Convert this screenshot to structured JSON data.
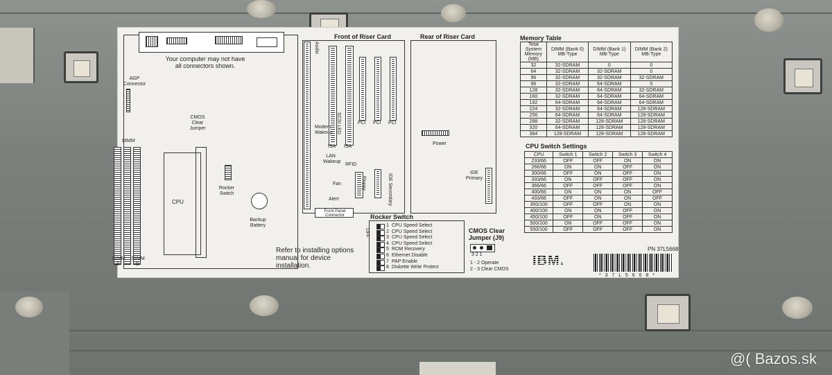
{
  "label": {
    "connector_note": "Your computer may not have all connectors shown.",
    "agp": "AGP Connector",
    "cmos_clear_jumper": "CMOS Clear Jumper",
    "dimm": "DIMM",
    "dimm2": "DIMM 2",
    "dimm0": "DIMM 0",
    "cpu": "CPU",
    "rocker_switch_label": "Rocker Switch",
    "backup_battery": "Backup Battery",
    "install_note": "Refer to installing options manual for device installation.",
    "front_riser": "Front of Riser Card",
    "rear_riser": "Rear of Riser Card",
    "audio": "Audio",
    "modem_wakeup": "Modem Wakeup",
    "isa": "ISA",
    "scsi_led": "SCSI LED",
    "pci": "PCI",
    "lan_wakeup": "LAN Wakeup",
    "rfid": "RFID",
    "fan": "Fan",
    "alert": "Alert",
    "floppy": "Floppy",
    "ide_secondary": "IDE Secondary",
    "front_panel_connector": "Front Panel Connector",
    "power": "Power",
    "ide_primary": "IDE Primary",
    "rocker": {
      "title": "Rocker Switch",
      "off": "OFF",
      "items": [
        {
          "n": "1",
          "label": "CPU Speed Select"
        },
        {
          "n": "2",
          "label": "CPU Speed Select"
        },
        {
          "n": "3",
          "label": "CPU Speed Select"
        },
        {
          "n": "4",
          "label": "CPU Speed Select"
        },
        {
          "n": "5",
          "label": "ROM Recovery"
        },
        {
          "n": "6",
          "label": "Ethernet Disable"
        },
        {
          "n": "7",
          "label": "PAP Enable"
        },
        {
          "n": "8",
          "label": "Diskette Write Protect"
        }
      ]
    },
    "cmos": {
      "title": "CMOS Clear Jumper (J9)",
      "pins": "3 2 1",
      "opt1": "1 - 2  Operate",
      "opt2": "2 - 3  Clear CMOS"
    },
    "logo": "IBM.",
    "part_number": "PN 37L5668",
    "barcode_text": "* 3 7 L 5 6 6 8 *",
    "memory_table": {
      "title": "Memory Table",
      "headers": [
        "Total System Memory (MB)",
        "DIMM (Bank 0) MB-Type",
        "DIMM (Bank 1) MB-Type",
        "DIMM (Bank 2) MB-Type"
      ],
      "rows": [
        [
          "32",
          "32-SDRAM",
          "0",
          "0"
        ],
        [
          "64",
          "32-SDRAM",
          "32-SDRAM",
          "0"
        ],
        [
          "96",
          "32-SDRAM",
          "32-SDRAM",
          "32-SDRAM"
        ],
        [
          "96",
          "32-SDRAM",
          "64-SDRAM",
          "0"
        ],
        [
          "128",
          "32-SDRAM",
          "64-SDRAM",
          "32-SDRAM"
        ],
        [
          "160",
          "32-SDRAM",
          "64-SDRAM",
          "64-SDRAM"
        ],
        [
          "192",
          "64-SDRAM",
          "64-SDRAM",
          "64-SDRAM"
        ],
        [
          "224",
          "32-SDRAM",
          "64-SDRAM",
          "128-SDRAM"
        ],
        [
          "256",
          "64-SDRAM",
          "64-SDRAM",
          "128-SDRAM"
        ],
        [
          "288",
          "32-SDRAM",
          "128-SDRAM",
          "128-SDRAM"
        ],
        [
          "320",
          "64-SDRAM",
          "128-SDRAM",
          "128-SDRAM"
        ],
        [
          "384",
          "128-SDRAM",
          "128-SDRAM",
          "128-SDRAM"
        ]
      ]
    },
    "cpu_table": {
      "title": "CPU Switch Settings",
      "headers": [
        "CPU",
        "Switch 1",
        "Switch 2",
        "Switch 3",
        "Switch 4"
      ],
      "rows": [
        [
          "233/66",
          "OFF",
          "OFF",
          "ON",
          "ON"
        ],
        [
          "266/66",
          "ON",
          "ON",
          "OFF",
          "ON"
        ],
        [
          "300/66",
          "OFF",
          "ON",
          "OFF",
          "ON"
        ],
        [
          "333/66",
          "ON",
          "OFF",
          "OFF",
          "ON"
        ],
        [
          "366/66",
          "OFF",
          "OFF",
          "OFF",
          "ON"
        ],
        [
          "400/66",
          "ON",
          "ON",
          "ON",
          "OFF"
        ],
        [
          "433/66",
          "OFF",
          "ON",
          "ON",
          "OFF"
        ],
        [
          "350/100",
          "OFF",
          "OFF",
          "ON",
          "ON"
        ],
        [
          "400/100",
          "ON",
          "ON",
          "OFF",
          "ON"
        ],
        [
          "450/100",
          "OFF",
          "ON",
          "OFF",
          "ON"
        ],
        [
          "500/100",
          "ON",
          "OFF",
          "OFF",
          "ON"
        ],
        [
          "550/100",
          "OFF",
          "OFF",
          "OFF",
          "ON"
        ]
      ]
    }
  },
  "watermark": "@( Bazos.sk"
}
